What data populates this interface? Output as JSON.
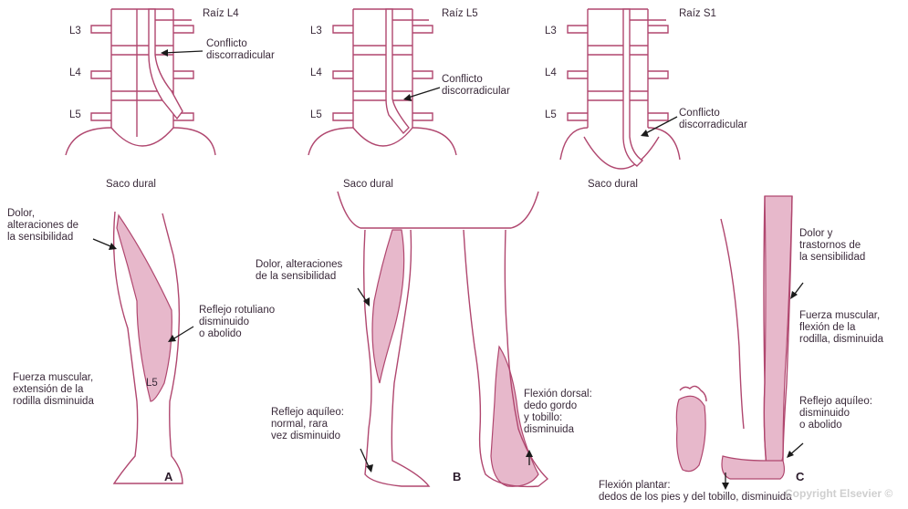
{
  "panels": [
    {
      "letter": "A",
      "root_label": "Raíz L4",
      "conflict_label": "Conflicto\ndiscorradicular",
      "levels": [
        "L3",
        "L4",
        "L5"
      ],
      "sac_label": "Saco dural",
      "pain_label": "Dolor,\nalteraciones de\nla sensibilidad",
      "reflex_label": "Reflejo rotuliano\ndisminuido\no abolido",
      "strength_label": "Fuerza muscular,\nextensión de la\nrodilla disminuida",
      "dermatome_label": "L5"
    },
    {
      "letter": "B",
      "root_label": "Raíz L5",
      "conflict_label": "Conflicto\ndiscorradicular",
      "levels": [
        "L3",
        "L4",
        "L5"
      ],
      "sac_label": "Saco dural",
      "pain_label": "Dolor, alteraciones\nde la sensibilidad",
      "reflex_label": "Reflejo aquíleo:\nnormal, rara\nvez disminuido",
      "strength_label": "Flexión dorsal:\ndedo gordo\ny tobillo:\ndisminuida"
    },
    {
      "letter": "C",
      "root_label": "Raíz S1",
      "conflict_label": "Conflicto\ndiscorradicular",
      "levels": [
        "L3",
        "L4",
        "L5"
      ],
      "sac_label": "Saco dural",
      "pain_label": "Dolor y\ntrastornos de\nla sensibilidad",
      "strength_label": "Fuerza muscular,\nflexión de la\nrodilla, disminuida",
      "reflex_label": "Reflejo aquíleo:\ndisminuido\no abolido",
      "plantar_label": "Flexión plantar:\ndedos de los pies y del tobillo, disminuida"
    }
  ],
  "watermark": "Copyright Elsevier ©",
  "colors": {
    "outline": "#b0476f",
    "shade": "#e7b8cb",
    "text": "#3a2a3a"
  }
}
